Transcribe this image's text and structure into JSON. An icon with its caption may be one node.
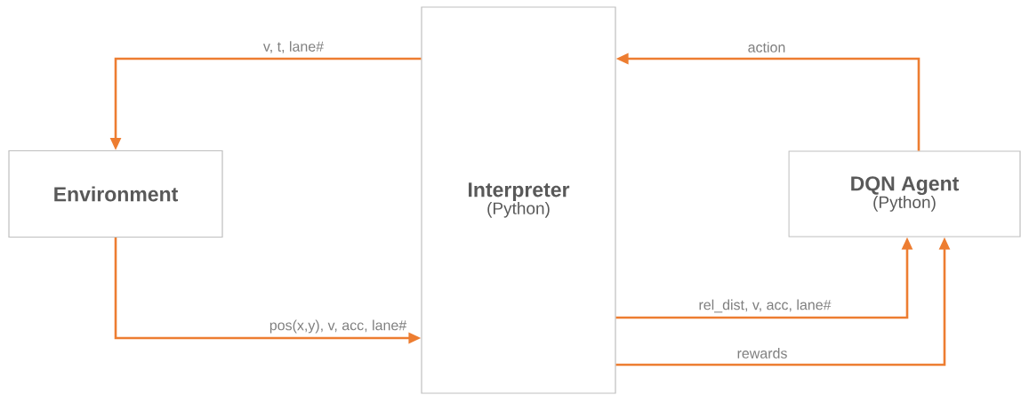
{
  "diagram": {
    "nodes": [
      {
        "text": [
          "Environment"
        ]
      },
      {
        "text": [
          "Interpreter",
          "(Python)"
        ]
      },
      {
        "text": [
          "DQN Agent",
          "(Python)"
        ]
      }
    ],
    "edges": [
      {
        "from": 1,
        "to": 0,
        "arrow": "to",
        "label": "v, t, lane#"
      },
      {
        "from": 0,
        "to": 1,
        "arrow": "to",
        "label": "pos(x,y), v, acc, lane#"
      },
      {
        "from": 1,
        "to": 2,
        "arrow": "to",
        "label": "rel_dist, v, acc, lane#"
      },
      {
        "from": 1,
        "to": 2,
        "arrow": "to",
        "label": "rewards"
      },
      {
        "from": 2,
        "to": 1,
        "arrow": "to",
        "label": "action"
      }
    ]
  }
}
